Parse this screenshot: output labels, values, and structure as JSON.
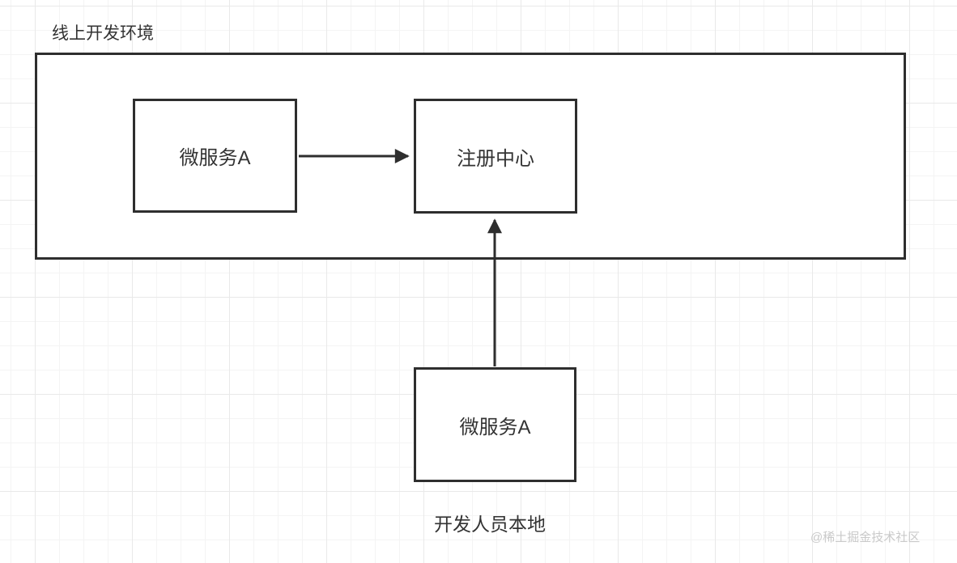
{
  "diagram": {
    "title": "线上开发环境",
    "footer_label": "开发人员本地",
    "watermark": "@稀土掘金技术社区",
    "nodes": [
      {
        "id": "online-service-a",
        "label": "微服务A",
        "zone": "线上开发环境"
      },
      {
        "id": "registry-center",
        "label": "注册中心",
        "zone": "线上开发环境"
      },
      {
        "id": "local-service-a",
        "label": "微服务A",
        "zone": "开发人员本地"
      }
    ],
    "edges": [
      {
        "from": "online-service-a",
        "to": "registry-center",
        "direction": "right"
      },
      {
        "from": "local-service-a",
        "to": "registry-center",
        "direction": "up"
      }
    ],
    "colors": {
      "stroke": "#2e2e2e",
      "text": "#333333",
      "node_fill": "#ffffff",
      "watermark": "#c9c9c9",
      "grid_minor": "#f4f4f4",
      "grid_major": "#e9e9e9"
    }
  }
}
